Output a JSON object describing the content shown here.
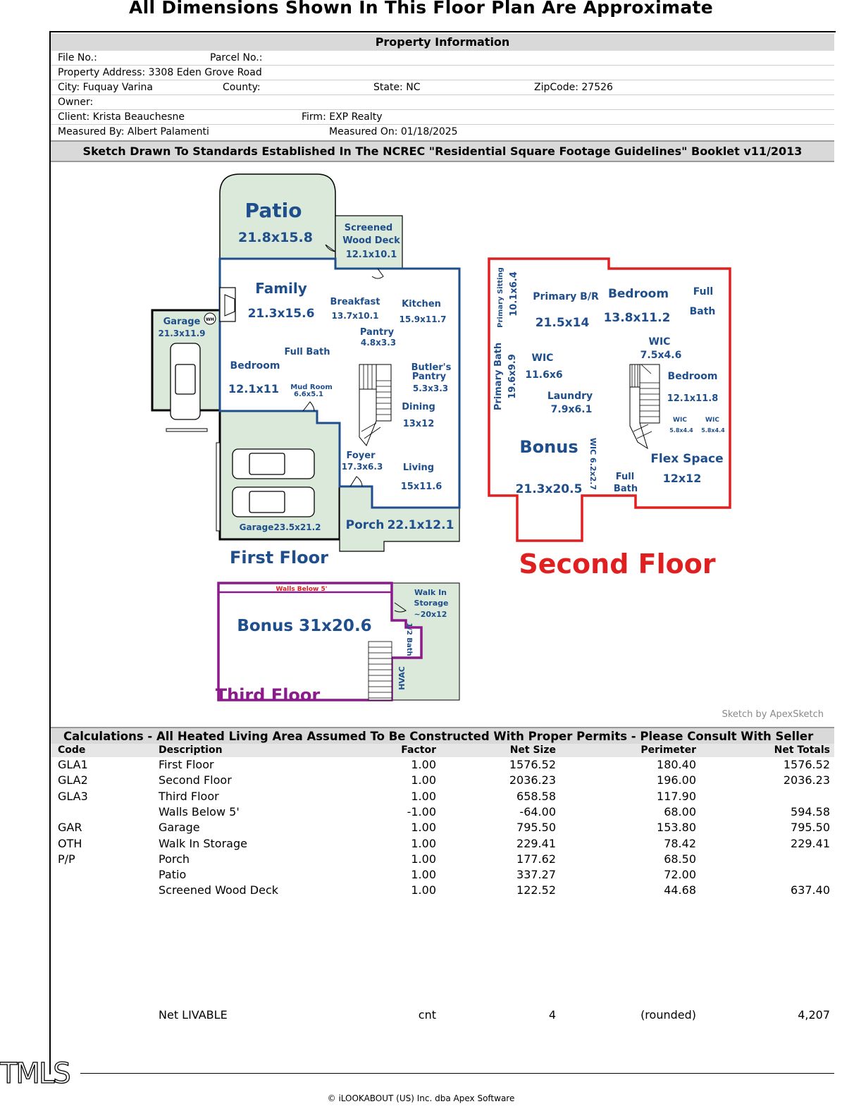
{
  "title": "All Dimensions Shown In This Floor Plan Are Approximate",
  "property_info": {
    "header": "Property Information",
    "file_no": "File No.:",
    "parcel_no": "Parcel No.:",
    "address": "Property Address: 3308 Eden Grove Road",
    "city": "City: Fuquay Varina",
    "county": "County:",
    "state": "State: NC",
    "zip": "ZipCode: 27526",
    "owner": "Owner:",
    "client": "Client: Krista Beauchesne",
    "firm": "Firm: EXP Realty",
    "measured_by": "Measured By: Albert Palamenti",
    "measured_on": "Measured On: 01/18/2025"
  },
  "sketch_header": "Sketch Drawn To Standards Established In The NCREC \"Residential Square Footage Guidelines\"  Booklet v11/2013",
  "sketch_credit": "Sketch by ApexSketch",
  "first_floor": {
    "label": "First Floor",
    "patio": "Patio",
    "patio_dim": "21.8x15.8",
    "screened": "Screened",
    "wood_deck": "Wood Deck",
    "deck_dim": "12.1x10.1",
    "family": "Family",
    "family_dim": "21.3x15.6",
    "breakfast": "Breakfast",
    "breakfast_dim": "13.7x10.1",
    "kitchen": "Kitchen",
    "kitchen_dim": "15.9x11.7",
    "pantry": "Pantry",
    "pantry_dim": "4.8x3.3",
    "garage_small": "Garage",
    "garage_small_dim": "21.3x11.9",
    "wh": "WH",
    "full_bath": "Full Bath",
    "bedroom": "Bedroom",
    "bedroom_dim": "12.1x11",
    "mudroom": "Mud Room",
    "mudroom_dim": "6.6x5.1",
    "butlers": "Butler's",
    "butlers_pantry": "Pantry",
    "butlers_dim": "5.3x3.3",
    "dining": "Dining",
    "dining_dim": "13x12",
    "foyer": "Foyer",
    "foyer_dim": "17.3x6.3",
    "living": "Living",
    "living_dim": "15x11.6",
    "garage": "Garage",
    "garage_dim": "23.5x21.2",
    "porch": "Porch",
    "porch_dim": "22.1x12.1"
  },
  "second_floor": {
    "label": "Second Floor",
    "primary_sitting": "Primary Sitting",
    "primary_sitting_dim": "10.1x6.4",
    "primary_br": "Primary B/R",
    "primary_br_dim": "21.5x14",
    "bedroom1": "Bedroom",
    "bedroom1_dim": "13.8x11.2",
    "full": "Full",
    "bath": "Bath",
    "primary_bath": "Primary Bath",
    "primary_bath_dim": "19.6x9.9",
    "wic1": "WIC",
    "wic1_dim": "11.6x6",
    "wic2": "WIC",
    "wic2_dim": "7.5x4.6",
    "laundry": "Laundry",
    "laundry_dim": "7.9x6.1",
    "bedroom2": "Bedroom",
    "bedroom2_dim": "12.1x11.8",
    "wic3": "WIC",
    "wic3_dim": "5.8x4.4",
    "wic4": "WIC",
    "wic4_dim": "5.8x4.4",
    "bonus": "Bonus",
    "bonus_dim": "21.3x20.5",
    "wic5": "WIC 6.2x2.7",
    "full_bath_a": "Full",
    "full_bath_b": "Bath",
    "flex": "Flex Space",
    "flex_dim": "12x12"
  },
  "third_floor": {
    "label": "Third Floor",
    "walls_below": "Walls Below 5'",
    "bonus": "Bonus  31x20.6",
    "walkin": "Walk In",
    "storage": "Storage",
    "storage_dim": "~20x12",
    "half_bath": "1/2 Bath",
    "hvac": "HVAC"
  },
  "calculations": {
    "header": "Calculations - All Heated Living Area Assumed To Be Constructed With Proper Permits - Please Consult With Seller",
    "columns": [
      "Code",
      "Description",
      "Factor",
      "Net Size",
      "Perimeter",
      "Net Totals"
    ],
    "rows": [
      [
        "GLA1",
        "First Floor",
        "1.00",
        "1576.52",
        "180.40",
        "1576.52"
      ],
      [
        "GLA2",
        "Second Floor",
        "1.00",
        "2036.23",
        "196.00",
        "2036.23"
      ],
      [
        "GLA3",
        "Third Floor",
        "1.00",
        "658.58",
        "117.90",
        ""
      ],
      [
        "",
        "Walls Below 5'",
        "-1.00",
        "-64.00",
        "68.00",
        "594.58"
      ],
      [
        "GAR",
        "Garage",
        "1.00",
        "795.50",
        "153.80",
        "795.50"
      ],
      [
        "OTH",
        "Walk In Storage",
        "1.00",
        "229.41",
        "78.42",
        "229.41"
      ],
      [
        "P/P",
        "Porch",
        "1.00",
        "177.62",
        "68.50",
        ""
      ],
      [
        "",
        "Patio",
        "1.00",
        "337.27",
        "72.00",
        ""
      ],
      [
        "",
        "Screened Wood Deck",
        "1.00",
        "122.52",
        "44.68",
        "637.40"
      ]
    ],
    "net_livable": [
      "",
      "Net LIVABLE",
      "cnt",
      "4",
      "(rounded)",
      "4,207"
    ]
  },
  "watermark": "TMLS",
  "footer": "© iLOOKABOUT (US) Inc. dba Apex Software",
  "colors": {
    "first_floor": "#1f4e8c",
    "second_floor": "#e02020",
    "third_floor": "#8b1a8b",
    "fill": "#dbe9db"
  }
}
